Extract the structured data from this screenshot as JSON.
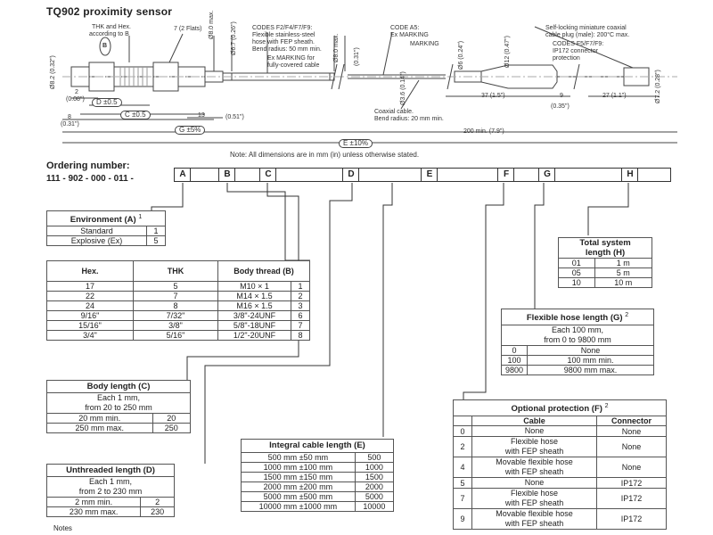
{
  "title": "TQ902 proximity sensor",
  "drawing": {
    "labels": {
      "thk_hex": "THK and Hex.",
      "according": "according to B",
      "flats": "7 (2 Flats)",
      "codes_f": "CODES F2/F4/F7/F9:",
      "flex_hose": "Flexible stainless-steel",
      "hose_fep": "hose with FEP sheath.",
      "bend50": "Bend radius: 50 mm min.",
      "ex_marking": "Ex MARKING for",
      "fully_covered": "fully-covered cable",
      "code_a5": "CODE A5:",
      "ex_marking2": "Ex MARKING",
      "marking": "MARKING",
      "self_locking": "Self-locking miniature coaxial",
      "cable_plug": "cable plug (male): 200°C max.",
      "codes_f5": "CODES F5/F7/F9:",
      "ip172": "IP172 connector",
      "protection": "protection",
      "coax": "Coaxial cable.",
      "bend20": "Bend radius: 20 mm min.",
      "d80max": "Ø8.0 max.",
      "d67": "Ø6.7 (0.26\")",
      "d80max2": "Ø8.0 max.",
      "d031": "(0.31\")",
      "d82": "Ø8.2 (0.32\")",
      "d6": "Ø6 (0.24\")",
      "d12": "Ø12 (0.47\")",
      "d36": "Ø3.6 (0.14\")",
      "d72": "Ø7.2 (0.28\")",
      "b": "B",
      "two": "2",
      "two_in": "(0.08\")",
      "d_tol": "D ±0.5",
      "c_tol": "C ±0.5",
      "eight": "8",
      "eight_in": "(0.31\")",
      "thirteen": "13",
      "thirteen_in": "(0.51\")",
      "g_tol": "G ±5%",
      "thirtyseven": "37 (1.5\")",
      "nine": "9",
      "nine_in": "(0.35\")",
      "twentyseven": "27 (1.1\")",
      "two_hundred": "200 min. (7.9\")",
      "e_tol": "E ±10%"
    },
    "note": "Note: All dimensions are in mm (in) unless otherwise stated."
  },
  "ordering": {
    "heading": "Ordering number:",
    "prefix": "111 - 902 - 000 - 011 -",
    "boxes": [
      "A",
      "",
      "B",
      "",
      "C",
      "",
      "D",
      "",
      "E",
      "",
      "F",
      "",
      "G",
      "",
      "H",
      ""
    ]
  },
  "environment": {
    "title": "Environment (A)",
    "sup": "1",
    "rows": [
      [
        "Standard",
        "1"
      ],
      [
        "Explosive (Ex)",
        "5"
      ]
    ]
  },
  "hex": {
    "headers": [
      "Hex.",
      "THK",
      "Body thread (B)"
    ],
    "rows": [
      [
        "17",
        "5",
        "M10 × 1",
        "1"
      ],
      [
        "22",
        "7",
        "M14 × 1.5",
        "2"
      ],
      [
        "24",
        "8",
        "M16 × 1.5",
        "3"
      ],
      [
        "9/16\"",
        "7/32\"",
        "3/8\"-24UNF",
        "6"
      ],
      [
        "15/16\"",
        "3/8\"",
        "5/8\"-18UNF",
        "7"
      ],
      [
        "3/4\"",
        "5/16\"",
        "1/2\"-20UNF",
        "8"
      ]
    ]
  },
  "body_length": {
    "title": "Body length (C)",
    "desc1": "Each 1 mm,",
    "desc2": "from 20 to 250 mm",
    "rows": [
      [
        "20 mm min.",
        "20"
      ],
      [
        "250 mm max.",
        "250"
      ]
    ]
  },
  "unthreaded": {
    "title": "Unthreaded length (D)",
    "desc1": "Each 1 mm,",
    "desc2": "from 2 to 230 mm",
    "rows": [
      [
        "2 mm min.",
        "2"
      ],
      [
        "230 mm max.",
        "230"
      ]
    ]
  },
  "cable": {
    "title": "Integral cable length (E)",
    "rows": [
      [
        "500 mm ±50 mm",
        "500"
      ],
      [
        "1000 mm ±100 mm",
        "1000"
      ],
      [
        "1500 mm ±150 mm",
        "1500"
      ],
      [
        "2000 mm ±200 mm",
        "2000"
      ],
      [
        "5000 mm ±500 mm",
        "5000"
      ],
      [
        "10000 mm ±1000 mm",
        "10000"
      ]
    ]
  },
  "total": {
    "title1": "Total system",
    "title2": "length (H)",
    "rows": [
      [
        "01",
        "1 m"
      ],
      [
        "05",
        "5 m"
      ],
      [
        "10",
        "10 m"
      ]
    ]
  },
  "hose": {
    "title": "Flexible hose length (G)",
    "sup": "2",
    "desc1": "Each 100 mm,",
    "desc2": "from 0 to 9800 mm",
    "rows": [
      [
        "0",
        "None"
      ],
      [
        "100",
        "100 mm min."
      ],
      [
        "9800",
        "9800 mm max."
      ]
    ]
  },
  "protection": {
    "title": "Optional protection (F)",
    "sup": "2",
    "headers": [
      "Cable",
      "Connector"
    ],
    "rows": [
      [
        "0",
        "None",
        "",
        "None"
      ],
      [
        "2",
        "Flexible hose",
        "with FEP sheath",
        "None"
      ],
      [
        "4",
        "Movable flexible hose",
        "with FEP sheath",
        "None"
      ],
      [
        "5",
        "None",
        "",
        "IP172"
      ],
      [
        "7",
        "Flexible hose",
        "with FEP sheath",
        "IP172"
      ],
      [
        "9",
        "Movable flexible hose",
        "with FEP sheath",
        "IP172"
      ]
    ]
  },
  "notes": "Notes"
}
